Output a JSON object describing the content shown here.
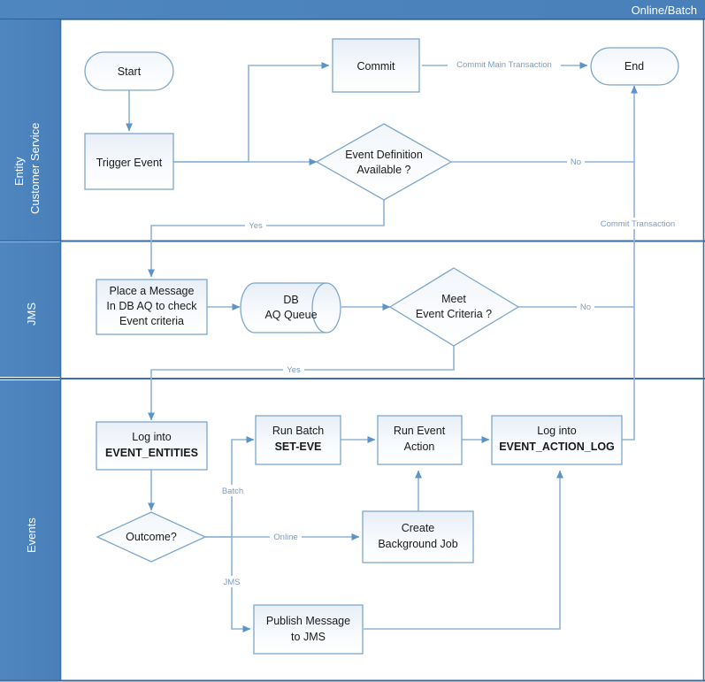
{
  "diagram": {
    "title": "Online/Batch",
    "type": "swimlane-flowchart",
    "colors": {
      "lane_band": "#4e86c0",
      "lane_band_dark": "#3a6ea5",
      "header_bar": "#4e86c0",
      "connector": "#8eb4d8",
      "arrowhead": "#5b94c9",
      "shape_stroke": "#7da7cd",
      "shape_fill_top": "#eef3f9",
      "shape_fill_bottom": "#ffffff",
      "edge_label_text": "#7c9cc0",
      "node_text": "#1a1a1a",
      "lane_label_text": "#ffffff"
    },
    "lanes": [
      {
        "id": "lane-entity",
        "label_line1": "Entity",
        "label_line2": "Customer Service"
      },
      {
        "id": "lane-jms",
        "label_line1": "JMS",
        "label_line2": ""
      },
      {
        "id": "lane-events",
        "label_line1": "Events",
        "label_line2": ""
      }
    ],
    "nodes": [
      {
        "id": "start",
        "shape": "terminator",
        "lane": "lane-entity",
        "lines": [
          "Start"
        ]
      },
      {
        "id": "trigger-event",
        "shape": "process",
        "lane": "lane-entity",
        "lines": [
          "Trigger Event"
        ]
      },
      {
        "id": "commit",
        "shape": "process",
        "lane": "lane-entity",
        "lines": [
          "Commit"
        ]
      },
      {
        "id": "end",
        "shape": "terminator",
        "lane": "lane-entity",
        "lines": [
          "End"
        ]
      },
      {
        "id": "event-definition-available",
        "shape": "decision",
        "lane": "lane-entity",
        "lines": [
          "Event Definition",
          "Available ?"
        ]
      },
      {
        "id": "place-a-message",
        "shape": "process",
        "lane": "lane-jms",
        "lines": [
          "Place a Message",
          "In DB AQ to check",
          "Event criteria"
        ]
      },
      {
        "id": "db-aq-queue",
        "shape": "database",
        "lane": "lane-jms",
        "lines": [
          "DB",
          "AQ Queue"
        ]
      },
      {
        "id": "meet-event-criteria",
        "shape": "decision",
        "lane": "lane-jms",
        "lines": [
          "Meet",
          "Event Criteria ?"
        ]
      },
      {
        "id": "log-into-event-entities",
        "shape": "process",
        "lane": "lane-events",
        "lines": [
          "Log into",
          "EVENT_ENTITIES"
        ],
        "bold_lines": [
          1
        ]
      },
      {
        "id": "outcome",
        "shape": "decision",
        "lane": "lane-events",
        "lines": [
          "Outcome?"
        ]
      },
      {
        "id": "run-batch-set-eve",
        "shape": "process",
        "lane": "lane-events",
        "lines": [
          "Run Batch",
          "SET-EVE"
        ],
        "bold_lines": [
          1
        ]
      },
      {
        "id": "run-event-action",
        "shape": "process",
        "lane": "lane-events",
        "lines": [
          "Run Event",
          "Action"
        ]
      },
      {
        "id": "log-into-event-action-log",
        "shape": "process",
        "lane": "lane-events",
        "lines": [
          "Log into",
          "EVENT_ACTION_LOG"
        ],
        "bold_lines": [
          1
        ]
      },
      {
        "id": "create-background-job",
        "shape": "process",
        "lane": "lane-events",
        "lines": [
          "Create",
          "Background Job"
        ]
      },
      {
        "id": "publish-message-to-jms",
        "shape": "process",
        "lane": "lane-events",
        "lines": [
          "Publish Message",
          "to JMS"
        ]
      }
    ],
    "edges": [
      {
        "id": "e-start-trigger",
        "from": "start",
        "to": "trigger-event",
        "label": ""
      },
      {
        "id": "e-trigger-commit",
        "from": "trigger-event",
        "to": "commit",
        "label": ""
      },
      {
        "id": "e-trigger-eventdef",
        "from": "trigger-event",
        "to": "event-definition-available",
        "label": ""
      },
      {
        "id": "e-commit-end",
        "from": "commit",
        "to": "end",
        "label": "Commit Main Transaction"
      },
      {
        "id": "e-eventdef-no",
        "from": "event-definition-available",
        "to": "end",
        "label": "No"
      },
      {
        "id": "e-eventdef-yes",
        "from": "event-definition-available",
        "to": "place-a-message",
        "label": "Yes"
      },
      {
        "id": "e-place-queue",
        "from": "place-a-message",
        "to": "db-aq-queue",
        "label": ""
      },
      {
        "id": "e-queue-meet",
        "from": "db-aq-queue",
        "to": "meet-event-criteria",
        "label": ""
      },
      {
        "id": "e-meet-no",
        "from": "meet-event-criteria",
        "to": "end",
        "label": "No"
      },
      {
        "id": "e-meet-yes",
        "from": "meet-event-criteria",
        "to": "log-into-event-entities",
        "label": "Yes"
      },
      {
        "id": "e-entities-outcome",
        "from": "log-into-event-entities",
        "to": "outcome",
        "label": ""
      },
      {
        "id": "e-outcome-batch",
        "from": "outcome",
        "to": "run-batch-set-eve",
        "label": "Batch"
      },
      {
        "id": "e-outcome-online",
        "from": "outcome",
        "to": "create-background-job",
        "label": "Online"
      },
      {
        "id": "e-outcome-jms",
        "from": "outcome",
        "to": "publish-message-to-jms",
        "label": "JMS"
      },
      {
        "id": "e-batch-action",
        "from": "run-batch-set-eve",
        "to": "run-event-action",
        "label": ""
      },
      {
        "id": "e-action-log",
        "from": "run-event-action",
        "to": "log-into-event-action-log",
        "label": ""
      },
      {
        "id": "e-bgjob-action",
        "from": "create-background-job",
        "to": "run-event-action",
        "label": ""
      },
      {
        "id": "e-publish-log",
        "from": "publish-message-to-jms",
        "to": "log-into-event-action-log",
        "label": ""
      },
      {
        "id": "e-log-end",
        "from": "log-into-event-action-log",
        "to": "end",
        "label": "Commit Transaction"
      }
    ],
    "edge_labels": {
      "commit_main_transaction": "Commit Main Transaction",
      "commit_transaction": "Commit Transaction",
      "no_1": "No",
      "no_2": "No",
      "yes_1": "Yes",
      "yes_2": "Yes",
      "batch": "Batch",
      "online": "Online",
      "jms": "JMS"
    }
  }
}
